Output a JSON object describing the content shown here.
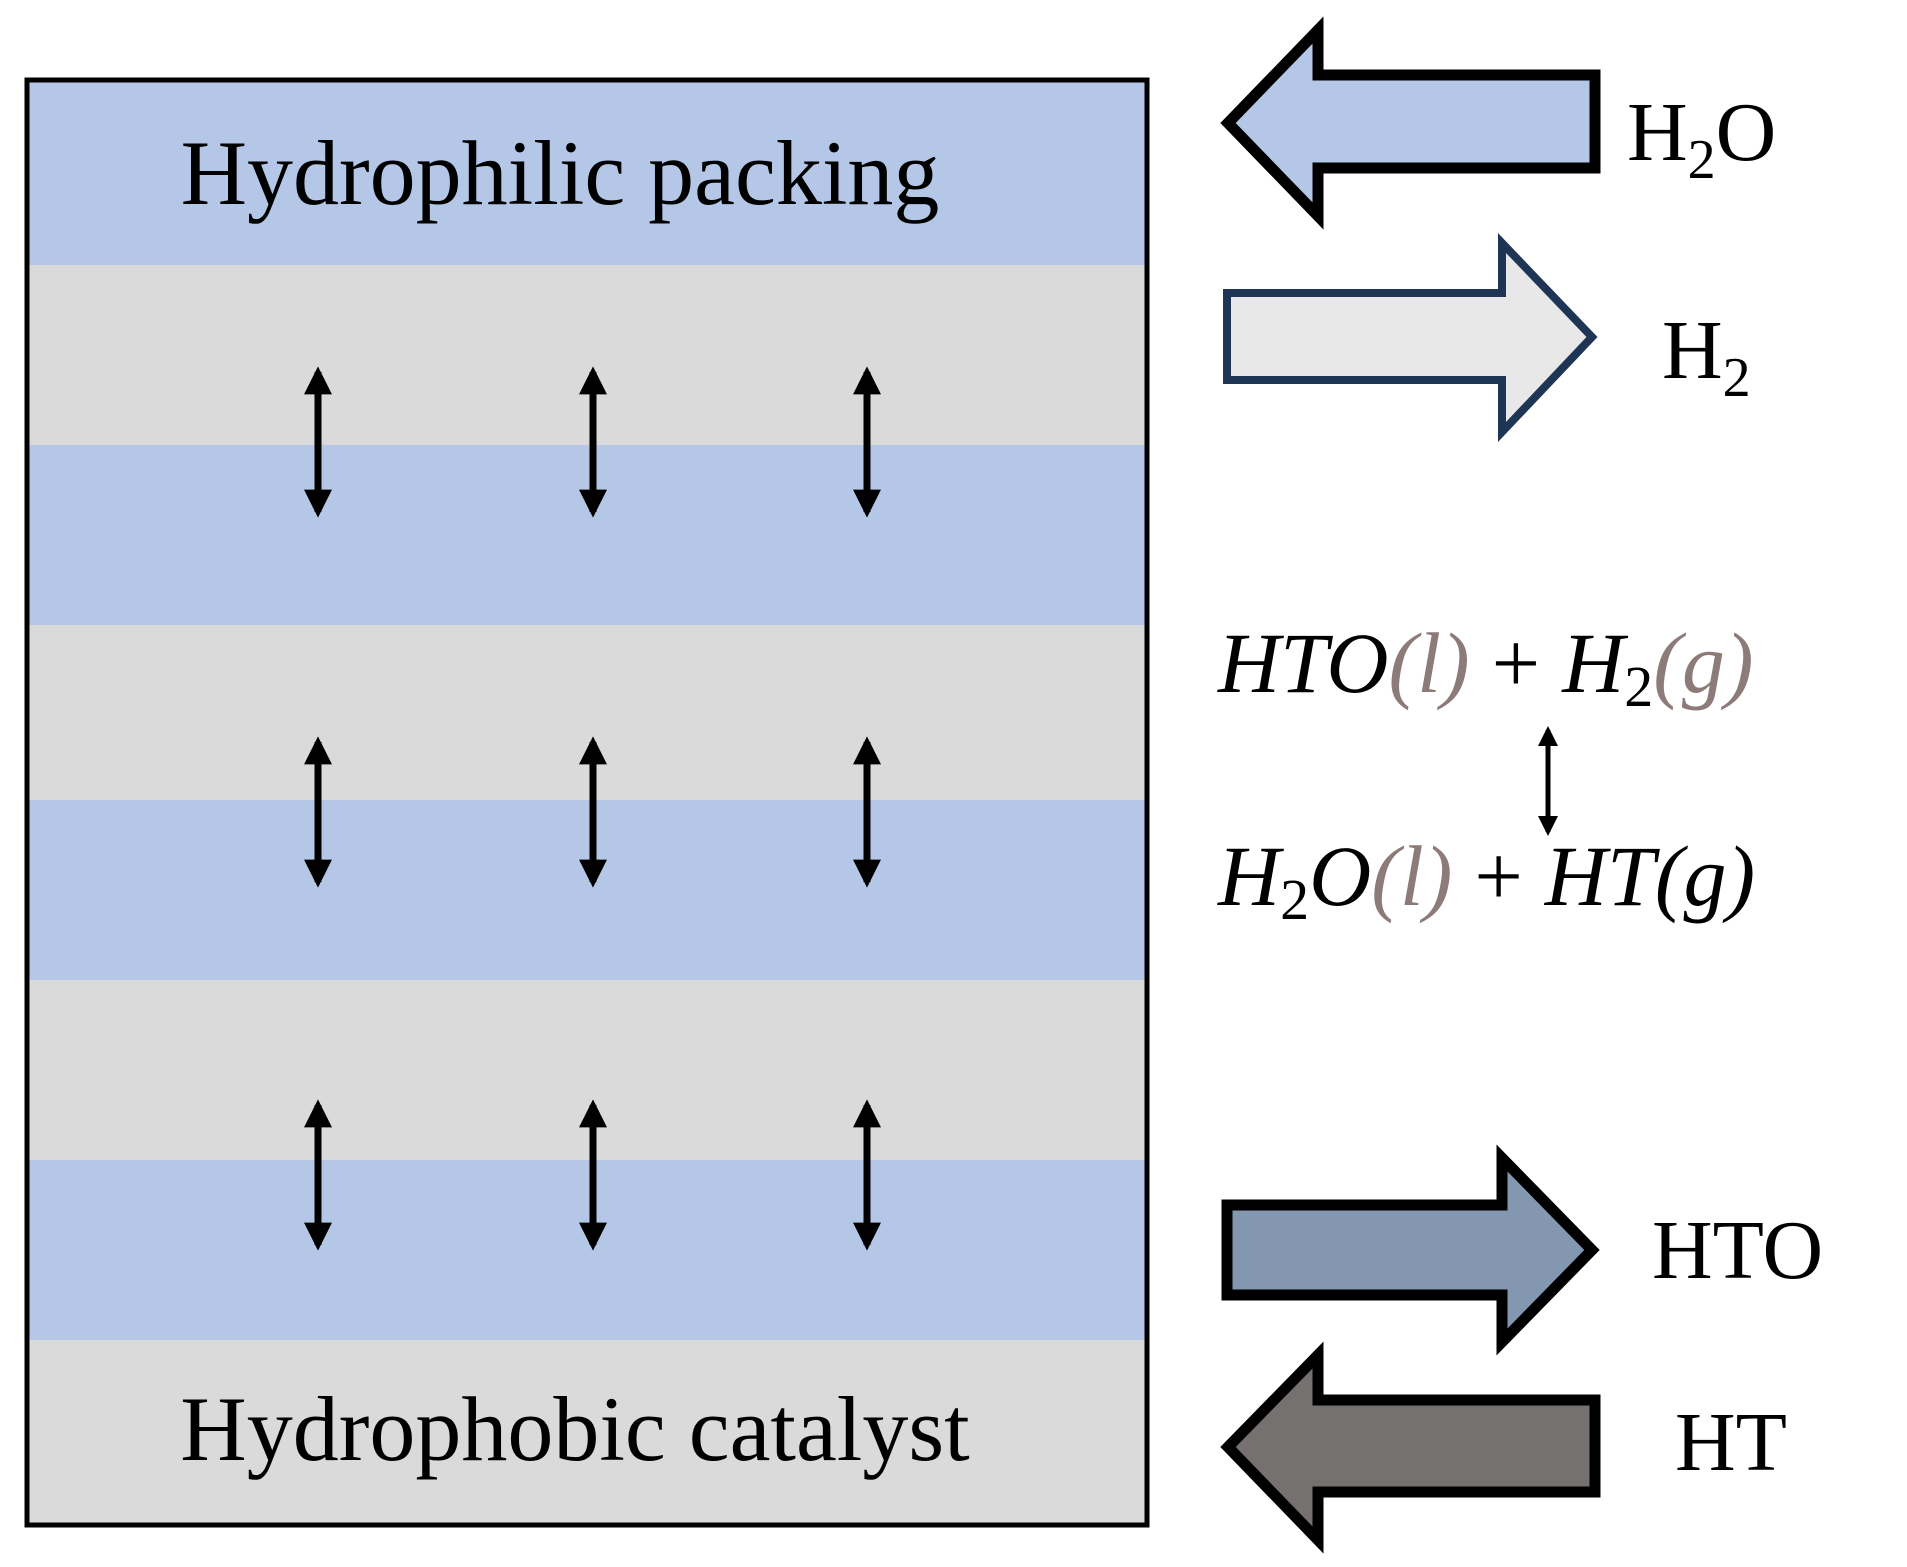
{
  "column": {
    "top_label": "Hydrophilic packing",
    "bottom_label": "Hydrophobic catalyst"
  },
  "flows": [
    {
      "key": "h2o",
      "label_main": "H",
      "label_sub": "2",
      "label_tail": "O",
      "direction": "left",
      "fill": "#b4c7e7",
      "stroke": "#000000"
    },
    {
      "key": "h2",
      "label_main": "H",
      "label_sub": "2",
      "label_tail": "",
      "direction": "right",
      "fill": "#e8e8e8",
      "stroke": "#1f3556"
    },
    {
      "key": "hto",
      "label_main": "HTO",
      "label_sub": "",
      "label_tail": "",
      "direction": "right",
      "fill": "#8497b0",
      "stroke": "#000000"
    },
    {
      "key": "ht",
      "label_main": "HT",
      "label_sub": "",
      "label_tail": "",
      "direction": "left",
      "fill": "#767171",
      "stroke": "#000000"
    }
  ],
  "reaction": {
    "line1": {
      "a": "HTO",
      "a_phase": "(l)",
      "plus": "+",
      "b": "H",
      "b_sub": "2",
      "b_phase": "(g)"
    },
    "line2": {
      "a": "H",
      "a_sub": "2",
      "a_tail": "O",
      "a_phase": "(l)",
      "plus": "+",
      "b": "HT",
      "b_phase": "(g)"
    }
  },
  "colors": {
    "hydrophilic_band": "#b4c7e7",
    "hydrophobic_band": "#dadada",
    "phase_paren": "#8c7b78",
    "border": "#000000"
  }
}
